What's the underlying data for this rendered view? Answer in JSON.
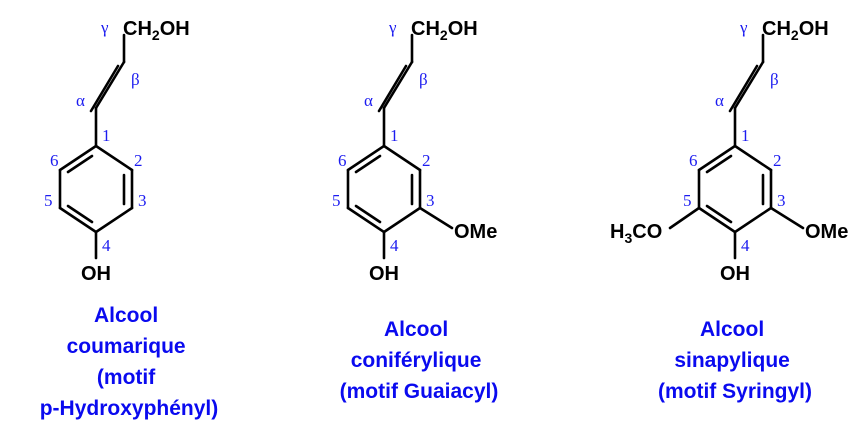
{
  "colors": {
    "bond": "#000000",
    "label": "#1c1cf0",
    "caption": "#0a0aef"
  },
  "molecules": [
    {
      "atoms": {
        "gamma": "γ",
        "beta": "β",
        "alpha": "α",
        "c1": "1",
        "c2": "2",
        "c3": "3",
        "c4": "4",
        "c5": "5",
        "c6": "6"
      },
      "ch2oh": {
        "main": "CH",
        "sub": "2",
        "end": "OH"
      },
      "oh": "OH",
      "caption": [
        "Alcool",
        "coumarique",
        "(motif",
        "p-Hydroxyphényl)"
      ]
    },
    {
      "atoms": {
        "gamma": "γ",
        "beta": "β",
        "alpha": "α",
        "c1": "1",
        "c2": "2",
        "c3": "3",
        "c4": "4",
        "c5": "5",
        "c6": "6"
      },
      "ch2oh": {
        "main": "CH",
        "sub": "2",
        "end": "OH"
      },
      "oh": "OH",
      "ome_right": "OMe",
      "caption": [
        "Alcool",
        "coniférylique",
        "(motif Guaiacyl)"
      ]
    },
    {
      "atoms": {
        "gamma": "γ",
        "beta": "β",
        "alpha": "α",
        "c1": "1",
        "c2": "2",
        "c3": "3",
        "c4": "4",
        "c5": "5",
        "c6": "6"
      },
      "ch2oh": {
        "main": "CH",
        "sub": "2",
        "end": "OH"
      },
      "oh": "OH",
      "ome_right": "OMe",
      "h3co": {
        "h": "H",
        "sub": "3",
        "rest": "CO"
      },
      "caption": [
        "Alcool",
        "sinapylique",
        "(motif Syringyl)"
      ]
    }
  ]
}
